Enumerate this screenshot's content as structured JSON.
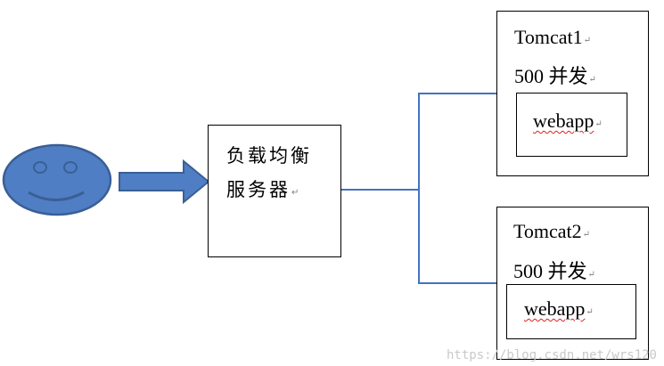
{
  "colors": {
    "accent": "#4472c4",
    "face_fill": "#4f7ec4",
    "face_stroke": "#3a5f96",
    "line": "#4472c4"
  },
  "icons": {
    "user": "smiley-face-icon",
    "arrow": "arrow-right-icon"
  },
  "load_balancer": {
    "line1": "负载均衡",
    "line2": "服务器"
  },
  "servers": [
    {
      "name": "Tomcat1",
      "capacity": "500 并发",
      "app": "webapp"
    },
    {
      "name": "Tomcat2",
      "capacity": "500 并发",
      "app": "webapp"
    }
  ],
  "watermark": "https://blog.csdn.net/wrs120"
}
